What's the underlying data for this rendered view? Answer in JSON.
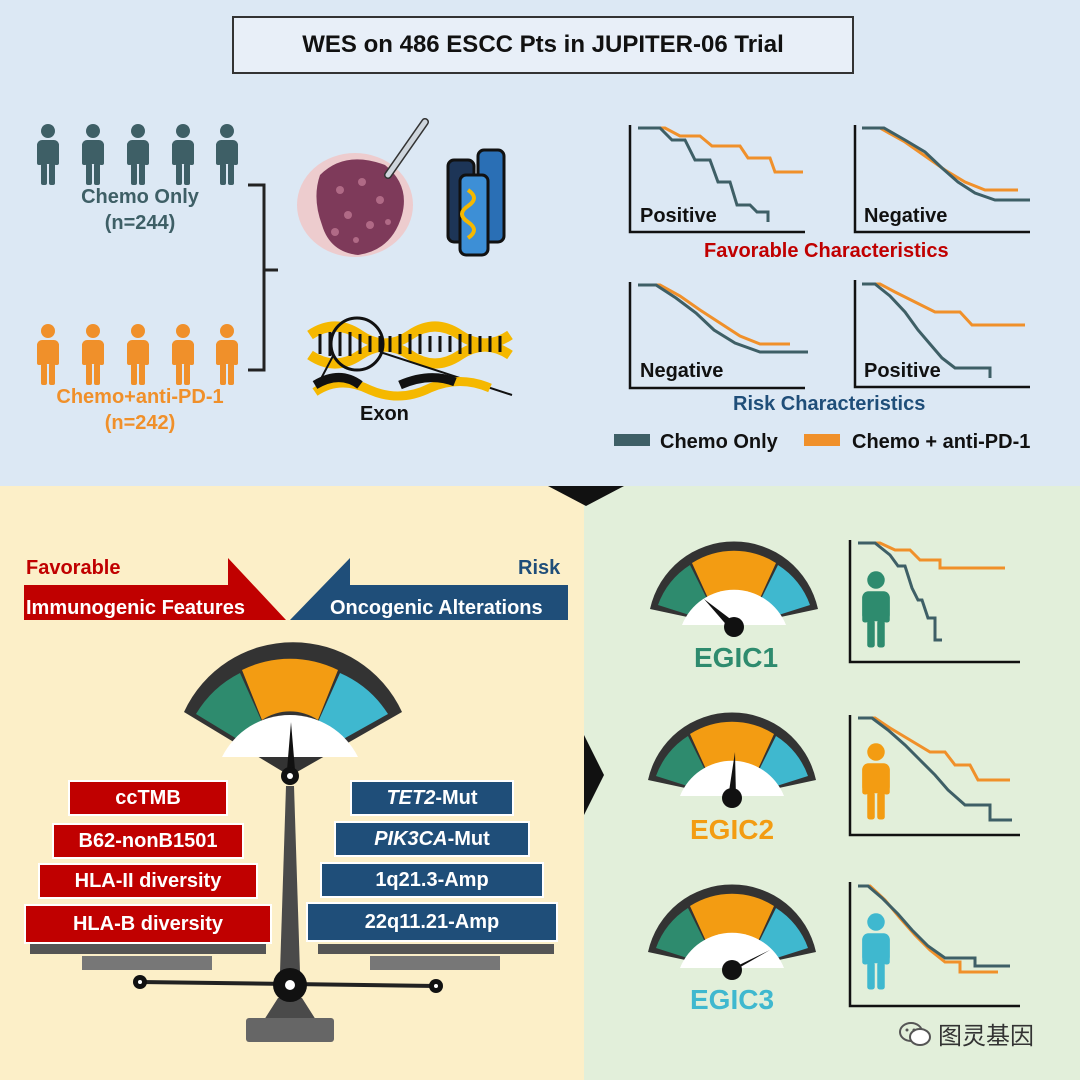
{
  "title": "WES on 486 ESCC Pts in JUPITER-06 Trial",
  "groups": {
    "chemo_only": {
      "label": "Chemo Only",
      "n": "(n=244)",
      "color": "#3e5f66"
    },
    "chemo_pd1": {
      "label": "Chemo+anti-PD-1",
      "n": "(n=242)",
      "color": "#f0902a"
    }
  },
  "exon_label": "Exon",
  "km_panels": {
    "favorable_positive": "Positive",
    "favorable_negative": "Negative",
    "favorable_title": "Favorable Characteristics",
    "risk_negative": "Negative",
    "risk_positive": "Positive",
    "risk_title": "Risk Characteristics"
  },
  "legend": {
    "chemo_only": "Chemo Only",
    "chemo_pd1": "Chemo + anti-PD-1"
  },
  "banner": {
    "favorable": "Favorable",
    "favorable_sub": "Immunogenic Features",
    "risk": "Risk",
    "risk_sub": "Oncogenic Alterations"
  },
  "favorable_features": [
    "ccTMB",
    "B62-nonB1501",
    "HLA-II diversity",
    "HLA-B diversity"
  ],
  "risk_features": [
    {
      "italic": "TET2",
      "rest": "-Mut"
    },
    {
      "italic": "PIK3CA",
      "rest": "-Mut"
    },
    {
      "italic": "",
      "rest": "1q21.3-Amp"
    },
    {
      "italic": "",
      "rest": "22q11.21-Amp"
    }
  ],
  "egic": [
    {
      "label": "EGIC1",
      "color": "#2e8b6e"
    },
    {
      "label": "EGIC2",
      "color": "#f39c12"
    },
    {
      "label": "EGIC3",
      "color": "#3fb8cf"
    }
  ],
  "watermark": "图灵基因",
  "colors": {
    "red": "#c00000",
    "navy": "#1f4e79",
    "teal": "#3e5f66",
    "orange": "#f0902a",
    "green": "#3a8c73",
    "cyan": "#3fb8cf"
  }
}
